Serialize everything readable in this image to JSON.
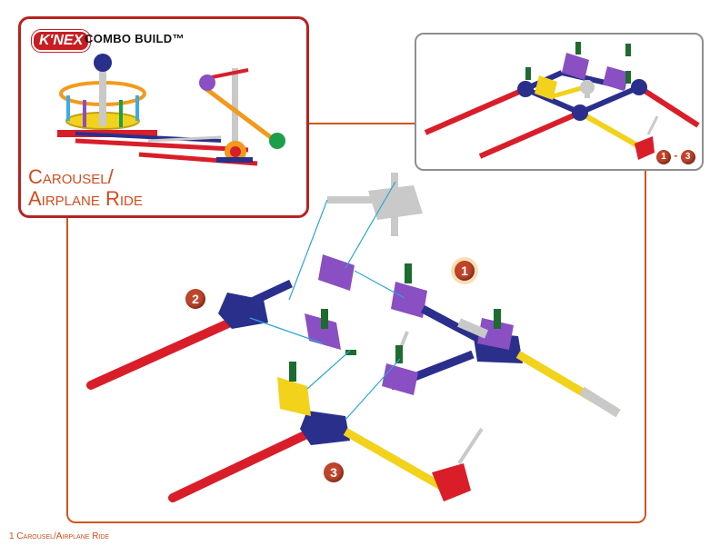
{
  "header": {
    "brand": "K'NEX",
    "series": "COMBO BUILD™"
  },
  "model": {
    "name_line1": "Carousel/",
    "name_line2": "Airplane Ride"
  },
  "preview": {
    "step_from": "1",
    "step_sep": "-",
    "step_to": "3"
  },
  "steps": [
    {
      "number": "1"
    },
    {
      "number": "2"
    },
    {
      "number": "3"
    }
  ],
  "footer": {
    "page_label": "1 Carousel/Airplane Ride"
  },
  "colors": {
    "accent": "#d4531f",
    "title_border": "#b7231f",
    "rod_red": "#d91e2a",
    "rod_yellow": "#f2d21a",
    "rod_blue": "#2a2f8c",
    "connector_purple": "#8a4fc2",
    "connector_gray": "#c9c9c9",
    "cap_green": "#1d6b2e"
  }
}
